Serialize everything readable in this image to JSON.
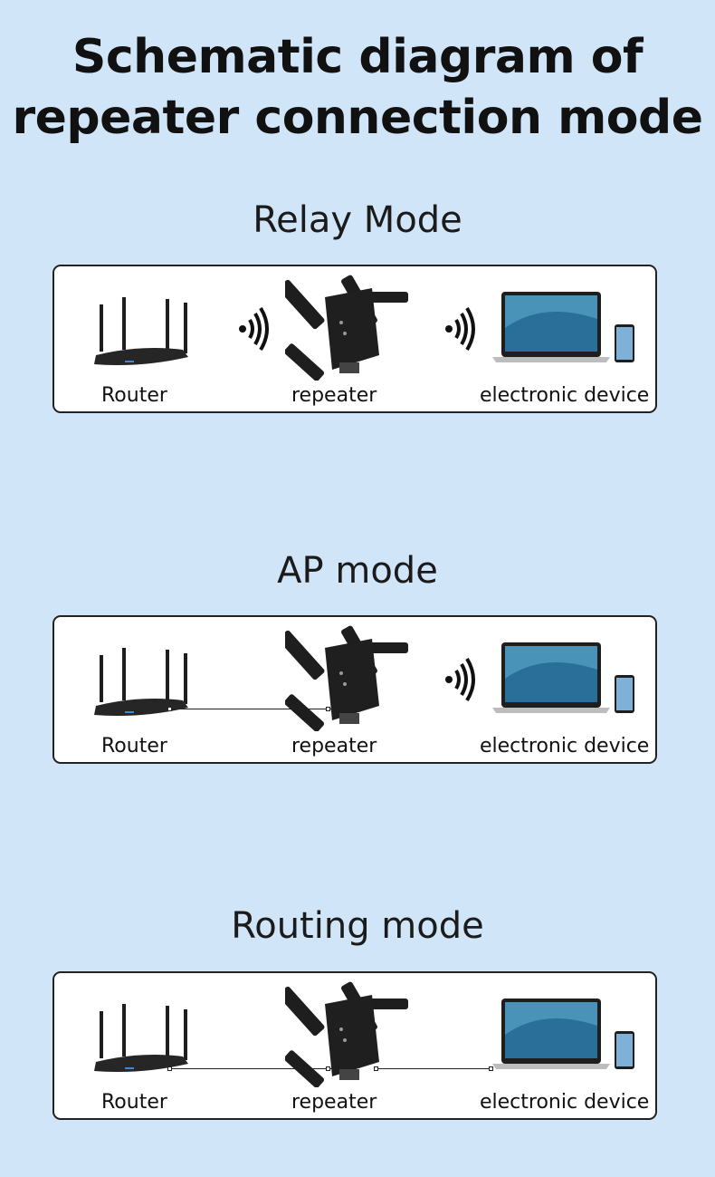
{
  "title": {
    "line1": "Schematic diagram of",
    "line2": "repeater connection mode"
  },
  "modes": [
    {
      "heading": "Relay Mode",
      "labels": {
        "router": "Router",
        "repeater": "repeater",
        "device": "electronic device"
      },
      "router_link": "wireless",
      "device_link": "wireless"
    },
    {
      "heading": "AP mode",
      "labels": {
        "router": "Router",
        "repeater": "repeater",
        "device": "electronic device"
      },
      "router_link": "cable",
      "device_link": "wireless"
    },
    {
      "heading": "Routing mode",
      "labels": {
        "router": "Router",
        "repeater": "repeater",
        "device": "electronic device"
      },
      "router_link": "cable",
      "device_link": "cable"
    }
  ],
  "colors": {
    "background": "#d1e5f8",
    "panel": "#ffffff",
    "device": "#1e1e1e",
    "screen": "#4a93b8"
  },
  "icons": [
    "wifi-signal-icon",
    "router-image",
    "repeater-image",
    "laptop-image",
    "phone-image"
  ]
}
